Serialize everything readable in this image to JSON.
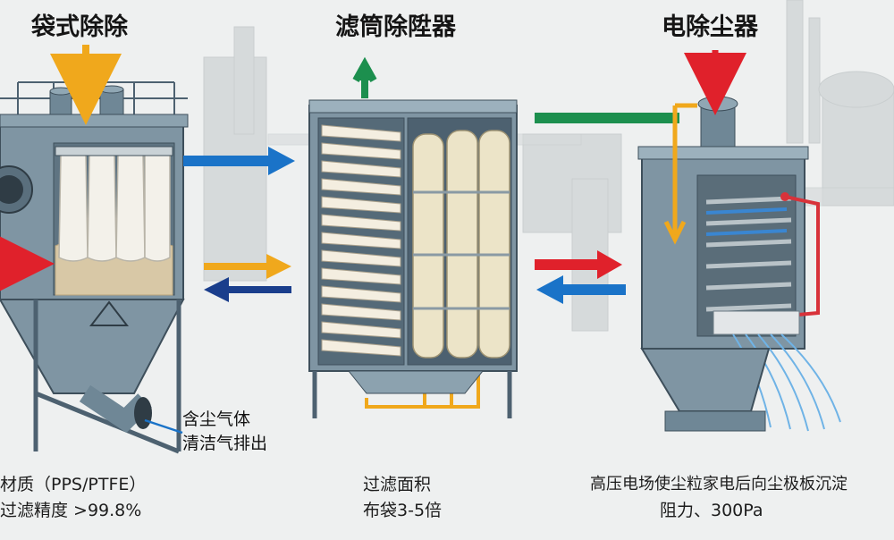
{
  "titles": {
    "bag": "袋式除除",
    "cartridge": "滤筒除陞器",
    "esp": "电除尘器"
  },
  "legend": {
    "dusty_gas": "含尘气体",
    "clean_gas": "清洁气排出"
  },
  "captions": {
    "bag_line1": "材质（PPS/PTFE）",
    "bag_line2": "过滤精度 >99.8%",
    "cartridge_line1": "过滤面积",
    "cartridge_line2": "布袋3-5倍",
    "esp_line1": "高压电场使尘粒家电后向尘极板沉淀",
    "esp_line2": "阻力、300Pa"
  },
  "colors": {
    "steel": "#7f95a3",
    "steel_dark": "#4d6170",
    "inlet_arrow": "#f0a81c",
    "clean_arrow": "#1c8f4e",
    "dusty_arrow": "#e0212b",
    "blue_arrow": "#1a73c8",
    "filter_bag": "#f3f1ea",
    "cartridge": "#ece4c8",
    "electrode_red": "#d8323a",
    "electrode_blue": "#3a86d1"
  }
}
